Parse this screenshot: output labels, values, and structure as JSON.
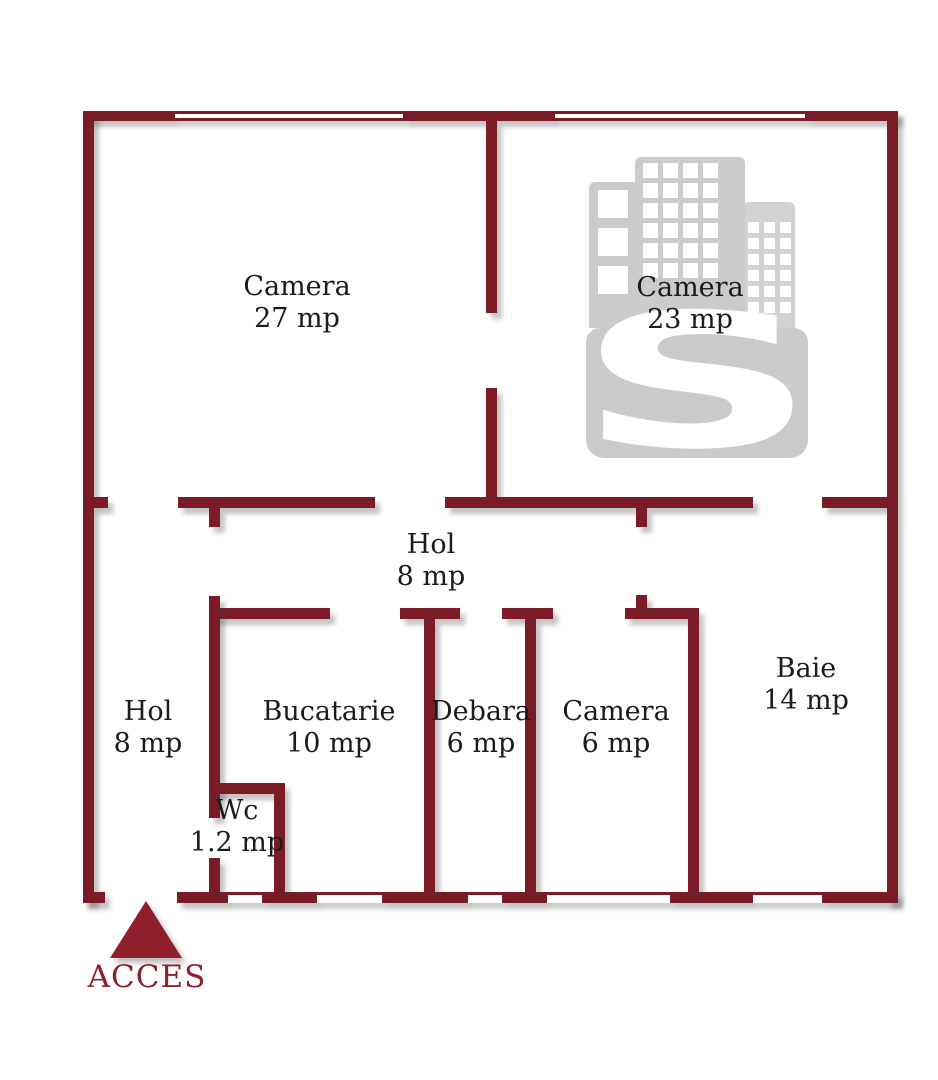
{
  "plan": {
    "access_label": "ACCES",
    "rooms": [
      {
        "id": "camera-27",
        "name": "Camera",
        "area": "27 mp"
      },
      {
        "id": "camera-23",
        "name": "Camera",
        "area": "23 mp"
      },
      {
        "id": "hol-corridor",
        "name": "Hol",
        "area": "8 mp"
      },
      {
        "id": "hol-entrance",
        "name": "Hol",
        "area": "8 mp"
      },
      {
        "id": "bucatarie",
        "name": "Bucatarie",
        "area": "10 mp"
      },
      {
        "id": "debara",
        "name": "Debara",
        "area": "6 mp"
      },
      {
        "id": "camera-6",
        "name": "Camera",
        "area": "6 mp"
      },
      {
        "id": "baie",
        "name": "Baie",
        "area": "14 mp"
      },
      {
        "id": "wc",
        "name": "Wc",
        "area": "1.2 mp"
      }
    ],
    "watermark": {
      "letter": "S"
    },
    "colors": {
      "wall": "#7b1b26",
      "accent": "#8e1f2b",
      "label_text": "#1b1b1b",
      "watermark_gray": "#cbcbcb"
    }
  }
}
